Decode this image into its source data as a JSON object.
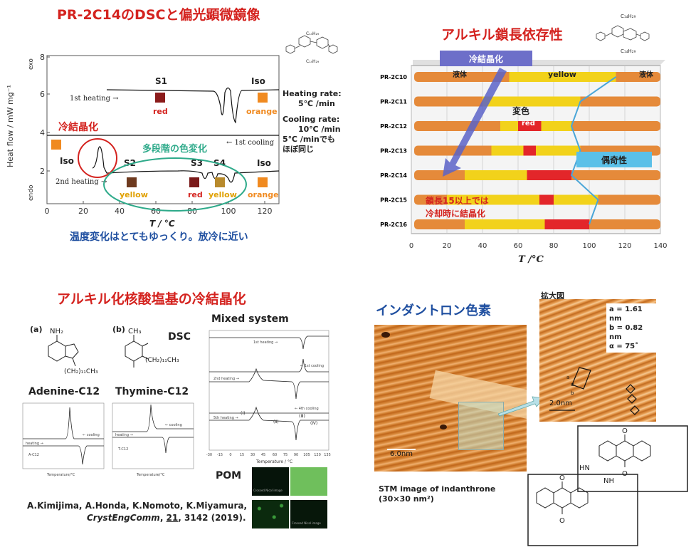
{
  "panel_tl": {
    "title": "PR-2C14のDSCと偏光顕微鏡像",
    "y_axis_label": "Heat flow / mW mg⁻¹",
    "y_exo": "exo",
    "y_endo": "endo",
    "y_ticks": [
      "2",
      "4",
      "6",
      "8"
    ],
    "x_ticks": [
      "0",
      "20",
      "40",
      "60",
      "80",
      "100",
      "120"
    ],
    "x_label": "T / °C",
    "trace_labels": {
      "first_heating": "1st heating →",
      "first_cooling": "← 1st cooling",
      "second_heating": "2nd heating →"
    },
    "stage_labels": {
      "s1": "S1",
      "s2": "S2",
      "s3": "S3",
      "s4": "S4",
      "iso_top": "Iso",
      "iso_left": "Iso",
      "iso_right": "Iso"
    },
    "color_labels": {
      "red1": "red",
      "orange1": "orange",
      "yellow1": "yellow",
      "red2": "red",
      "yellow2": "yellow",
      "orange2": "orange"
    },
    "annot_freeze": "冷結晶化",
    "annot_multistep": "多段階の色変化",
    "rates": {
      "heating_title": "Heating rate:",
      "heating_value": "5℃ /min",
      "cooling_title": "Cooling rate:",
      "cooling_value": "10℃ /min",
      "note1": "5℃ /minでも",
      "note2": "ほぼ同じ"
    },
    "caption": "温度変化はとてもゆっくり。放冷に近い",
    "struct_labels": {
      "top": "C₁₄H₂₉",
      "bottom": "C₁₄H₂₉"
    }
  },
  "panel_tr": {
    "title": "アルキル鎖長依存性",
    "rows": [
      "PR-2C10",
      "PR-2C11",
      "PR-2C12",
      "PR-2C13",
      "PR-2C14",
      "PR-2C15",
      "PR-2C16"
    ],
    "x_ticks": [
      "0",
      "20",
      "40",
      "60",
      "80",
      "100",
      "120",
      "140"
    ],
    "x_label": "T /°C",
    "labels": {
      "freeze": "冷結晶化",
      "liquid_left": "液体",
      "yellow": "yellow",
      "liquid_right": "液体",
      "color_change": "変色",
      "red": "red",
      "odd_even": "偶奇性",
      "note1": "鎖長15以上では",
      "note2": "冷却時に結晶化"
    },
    "struct_labels": {
      "top": "C₁₄H₂₉",
      "bottom": "C₁₄H₂₉"
    }
  },
  "chart_data": [
    {
      "type": "bar",
      "title": "アルキル鎖長依存性",
      "xlabel": "T /°C",
      "xlim": [
        0,
        140
      ],
      "categories": [
        "PR-2C10",
        "PR-2C11",
        "PR-2C12",
        "PR-2C13",
        "PR-2C14",
        "PR-2C15",
        "PR-2C16"
      ],
      "series": [
        {
          "name": "yellow",
          "values": [
            [
              55,
              115
            ],
            [
              40,
              95
            ],
            [
              50,
              90
            ],
            [
              45,
              95
            ],
            [
              30,
              90
            ],
            [
              20,
              105
            ],
            [
              30,
              100
            ]
          ]
        },
        {
          "name": "red",
          "values": [
            [
              0,
              0
            ],
            [
              0,
              0
            ],
            [
              60,
              73
            ],
            [
              63,
              70
            ],
            [
              65,
              90
            ],
            [
              72,
              80
            ],
            [
              75,
              100
            ]
          ]
        }
      ],
      "colors": {
        "orange": "#e58a3a",
        "yellow": "#f2d21b",
        "red": "#e3262a",
        "line": "#4aa6d8"
      }
    }
  ],
  "panel_bl": {
    "title": "アルキル化核酸塩基の冷結晶化",
    "label_a": "(a)",
    "label_b": "(b)",
    "dsc": "DSC",
    "adenine_nh2": "NH₂",
    "adenine_chain": "(CH₂)₁₁CH₃",
    "thymine_ch3": "CH₃",
    "thymine_chain": "(CH₂)₁₁CH₃",
    "adenine": "Adenine-C12",
    "thymine": "Thymine-C12",
    "mixed": "Mixed system",
    "pom": "POM",
    "mini_legend_a": "A-C12",
    "mini_legend_t": "T-C12",
    "mini_cool": "← cooling",
    "mini_heat": "heating →",
    "mini_xlabel": "Temperature/°C",
    "mixed_traces": [
      "1st heating →",
      "← 1st cooling",
      "2nd heating →",
      "← 4th cooling",
      "5th heating →"
    ],
    "mixed_marks": [
      "(Ⅰ)",
      "(Ⅱ)",
      "(Ⅲ)",
      "(Ⅳ)"
    ],
    "mixed_xlabel": "Temperature / °C",
    "mixed_xticks": [
      "-30",
      "-15",
      "0",
      "15",
      "30",
      "45",
      "60",
      "75",
      "90",
      "105",
      "120",
      "135"
    ],
    "pom_caption": "Crossed Nicol image",
    "citation_line1": "A.Kimijima, A.Honda, K.Nomoto, K.Miyamura,",
    "citation_journal": "CrystEngComm",
    "citation_volume": "21",
    "citation_rest": ", 3142 (2019)."
  },
  "panel_br": {
    "title": "インダントロン色素",
    "zoom_title": "拡大図",
    "lattice_a": "a = 1.61 nm",
    "lattice_b": "b = 0.82 nm",
    "lattice_alpha": "α = 75˚",
    "scale_main": "6.0nm",
    "scale_zoom": "2.0nm",
    "stm_caption1": "STM image of indanthrone",
    "stm_caption2": "(30×30 nm²)",
    "cell_a": "a",
    "cell_b": "b",
    "cell_alpha": "α",
    "nh1": "HN",
    "nh2": "NH",
    "o": "O"
  }
}
